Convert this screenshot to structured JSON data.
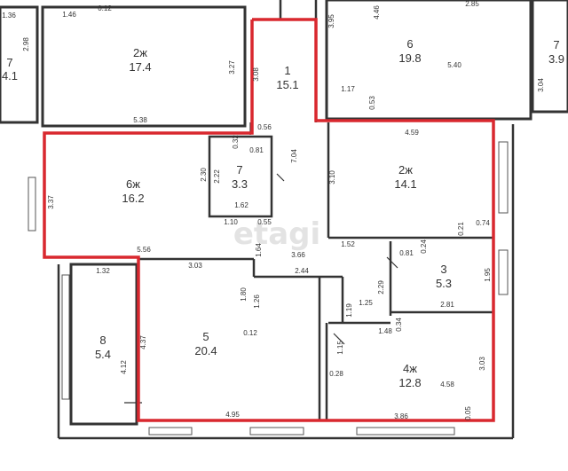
{
  "watermark": "etagi",
  "rooms": [
    {
      "id": "7",
      "area": "4.1"
    },
    {
      "id": "2ж",
      "area": "17.4"
    },
    {
      "id": "1",
      "area": "15.1"
    },
    {
      "id": "6",
      "area": "19.8"
    },
    {
      "id": "7",
      "area": "3.9"
    },
    {
      "id": "6ж",
      "area": "16.2"
    },
    {
      "id": "7",
      "area": "3.3"
    },
    {
      "id": "2ж",
      "area": "14.1"
    },
    {
      "id": "3",
      "area": "5.3"
    },
    {
      "id": "5",
      "area": "20.4"
    },
    {
      "id": "8",
      "area": "5.4"
    },
    {
      "id": "4ж",
      "area": "12.8"
    }
  ],
  "dimensions": [
    "1.36",
    "1.46",
    "0.12",
    "2.98",
    "3.27",
    "5.38",
    "3.08",
    "3.95",
    "4.46",
    "2.85",
    "5.40",
    "3.04",
    "1.17",
    "0.53",
    "0.56",
    "0.32",
    "0.81",
    "2.30",
    "2.22",
    "7.04",
    "3.10",
    "4.59",
    "3.37",
    "1.62",
    "1.10",
    "0.55",
    "1.64",
    "5.56",
    "3.66",
    "1.52",
    "0.24",
    "0.21",
    "0.74",
    "0.81",
    "1.95",
    "1.32",
    "3.03",
    "2.44",
    "2.29",
    "1.80",
    "1.26",
    "1.19",
    "1.25",
    "2.81",
    "4.37",
    "4.12",
    "0.12",
    "1.15",
    "1.48",
    "0.34",
    "0.28",
    "3.03",
    "4.58",
    "4.95",
    "3.86",
    "0.05"
  ]
}
